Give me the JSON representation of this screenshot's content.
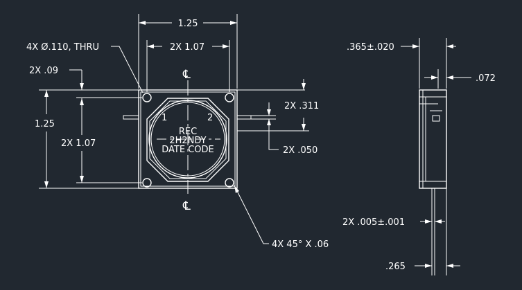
{
  "front_view": {
    "dim_top_overall": "1.25",
    "dim_top_holes": "2X 1.07",
    "hole_callout": "4X Ø.110, THRU",
    "dim_edge_offset": "2X .09",
    "dim_left_overall": "1.25",
    "dim_left_holes": "2X 1.07",
    "dim_pin_spacing": "2X .311",
    "dim_pin_width": "2X .050",
    "chamfer_callout": "4X 45° X .06",
    "centerline_symbol": "℄",
    "port_1": "1",
    "port_2": "2",
    "marking_line1": "REC",
    "marking_line2": "2H2NDY",
    "marking_line3": "DATE CODE"
  },
  "side_view": {
    "dim_height": ".365±.020",
    "dim_cover": ".072",
    "dim_pin_thickness": "2X .005±.001",
    "dim_pin_offset": ".265"
  }
}
